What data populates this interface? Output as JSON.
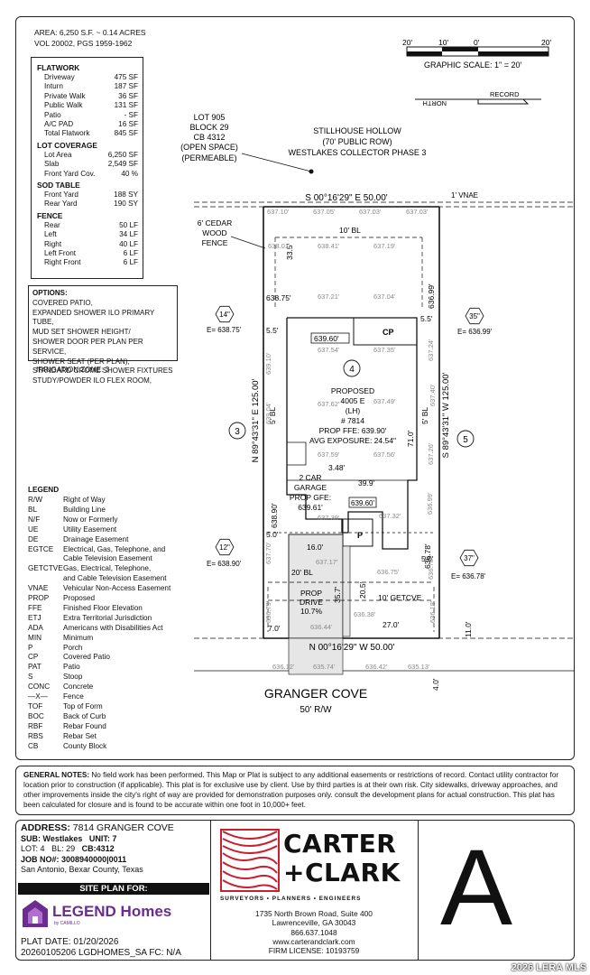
{
  "header": {
    "area": "AREA: 6,250 S.F. ~ 0.14 ACRES",
    "vol": "VOL 20002, PGS 1959-1962"
  },
  "scale": {
    "ticks": [
      "20'",
      "10'",
      "0'",
      "20'"
    ],
    "label": "GRAPHIC SCALE: 1\" = 20'"
  },
  "north": {
    "record": "RECORD",
    "north": "NORTH"
  },
  "flatwork": {
    "title": "FLATWORK",
    "rows": [
      {
        "l": "Driveway",
        "v": "475 SF"
      },
      {
        "l": "Inturn",
        "v": "187 SF"
      },
      {
        "l": "Private Walk",
        "v": "36 SF"
      },
      {
        "l": "Public Walk",
        "v": "131 SF"
      },
      {
        "l": "Patio",
        "v": "- SF"
      },
      {
        "l": "A/C PAD",
        "v": "16 SF"
      },
      {
        "l": "Total Flatwork",
        "v": "845 SF"
      }
    ],
    "coverage_title": "LOT COVERAGE",
    "coverage": [
      {
        "l": "Lot Area",
        "v": "6,250 SF"
      },
      {
        "l": "Slab",
        "v": "2,549 SF"
      },
      {
        "l": "Front Yard Cov.",
        "v": "40 %"
      }
    ],
    "sod_title": "SOD TABLE",
    "sod": [
      {
        "l": "Front Yard",
        "v": "188 SY"
      },
      {
        "l": "Rear Yard",
        "v": "190 SY"
      }
    ],
    "fence_title": "FENCE",
    "fence": [
      {
        "l": "Rear",
        "v": "50 LF"
      },
      {
        "l": "Left",
        "v": "34 LF"
      },
      {
        "l": "Right",
        "v": "40 LF"
      },
      {
        "l": "Left Front",
        "v": "6 LF"
      },
      {
        "l": "Right Front",
        "v": "6 LF"
      }
    ]
  },
  "options": {
    "title": "OPTIONS:",
    "lines": [
      "COVERED PATIO,",
      "EXPANDED SHOWER ILO PRIMARY TUBE,",
      "MUD SET SHOWER HEIGHT/",
      "SHOWER DOOR PER PLAN PER SERVICE,",
      "SHOWER SEAT (PER PLAN),",
      "STANDARD CROME SHOWER FIXTURES",
      "STUDY/POWDER ILO FLEX ROOM,"
    ],
    "irrigation": "IRRIGATION ZONE: 3"
  },
  "legend": {
    "title": "LEGEND",
    "items": [
      {
        "a": "R/W",
        "d": "Right of Way"
      },
      {
        "a": "BL",
        "d": "Building Line"
      },
      {
        "a": "N/F",
        "d": "Now or Formerly"
      },
      {
        "a": "UE",
        "d": "Utility Easement"
      },
      {
        "a": "DE",
        "d": "Drainage Easement"
      },
      {
        "a": "EGTCE",
        "d": "Electrical, Gas, Telephone, and"
      },
      {
        "a": "",
        "d": "Cable Television Easement"
      },
      {
        "a": "GETCTVE",
        "d": "Gas, Electrical, Telephone,"
      },
      {
        "a": "",
        "d": "and Cable Television Easement"
      },
      {
        "a": "VNAE",
        "d": "Vehicular Non-Access Easement"
      },
      {
        "a": "PROP",
        "d": "Proposed"
      },
      {
        "a": "FFE",
        "d": "Finished Floor Elevation"
      },
      {
        "a": "ETJ",
        "d": "Extra Territorial Jurisdiction"
      },
      {
        "a": "ADA",
        "d": "Americans with Disabilities Act"
      },
      {
        "a": "MIN",
        "d": "Minimum"
      },
      {
        "a": "P",
        "d": "Porch"
      },
      {
        "a": "CP",
        "d": "Covered Patio"
      },
      {
        "a": "PAT",
        "d": "Patio"
      },
      {
        "a": "S",
        "d": "Stoop"
      },
      {
        "a": "CONC",
        "d": "Concrete"
      },
      {
        "a": "—X—",
        "d": "Fence"
      },
      {
        "a": "TOF",
        "d": "Top of Form"
      },
      {
        "a": "BOC",
        "d": "Back of Curb"
      },
      {
        "a": "RBF",
        "d": "Rebar Found"
      },
      {
        "a": "RBS",
        "d": "Rebar Set"
      },
      {
        "a": "CB",
        "d": "County Block"
      }
    ]
  },
  "plan": {
    "lot905": [
      "LOT 905",
      "BLOCK 29",
      "CB 4312",
      "(OPEN SPACE)",
      "(PERMEABLE)"
    ],
    "street_top": [
      "STILLHOUSE HOLLOW",
      "(70' PUBLIC ROW)",
      "WESTLAKES COLLECTOR PHASE 3"
    ],
    "rear_bearing": "S 00°16'29\" E  50.00'",
    "vnae": "1' VNAE",
    "cedar": [
      "6' CEDAR",
      "WOOD",
      "FENCE"
    ],
    "bl10": "10' BL",
    "d335": "33.5'",
    "left_bearing": "N 89°43'31\" E  125.00'",
    "right_bearing": "S 89°43'31\" W  125.00'",
    "front_bearing": "N 00°16'29\" W  50.00'",
    "lot_no": "4",
    "lot_left": "3",
    "lot_right": "5",
    "cp": "CP",
    "cp_ffe": "639.60'",
    "house": [
      "PROPOSED",
      "4005 E",
      "(LH)",
      "# 7814",
      "PROP FFE: 639.90'",
      "AVG EXPOSURE: 24.54\""
    ],
    "garage": [
      "2 CAR",
      "GARAGE",
      "PROP GFE:",
      "639.61'"
    ],
    "d55a": "5.5'",
    "d55b": "5.5'",
    "bl5a": "5' BL",
    "bl5b": "5' BL",
    "d710": "71.0'",
    "d348": "3.48'",
    "d399": "39.9'",
    "porch": "P",
    "porch_ffe": "639.60'",
    "d160": "16.0'",
    "d50a": "5.0'",
    "d50b": "5.0'",
    "bl20": "20' BL",
    "drive": [
      "PROP",
      "DRIVE",
      "10.7%"
    ],
    "d357": "35.7'",
    "d205": "20.5'",
    "getctve": "10' GETCVE",
    "d270": "27.0'",
    "d70": "7.0'",
    "d110": "11.0'",
    "d40": "4.0'",
    "d6369": "636.99'",
    "d63678": "636.78'",
    "d63890": "638.90'",
    "d63875": "638.75'",
    "hex": [
      {
        "v": "14\"",
        "e": "E= 638.75'"
      },
      {
        "v": "35\"",
        "e": "E= 636.99'"
      },
      {
        "v": "12\"",
        "e": "E= 638.90'"
      },
      {
        "v": "37\"",
        "e": "E= 636.78'"
      }
    ],
    "grades": [
      "637.10'",
      "637.05'",
      "637.03'",
      "637.03'",
      "638.01'",
      "638.41'",
      "637.19'",
      "637.21'",
      "637.04'",
      "637.54'",
      "637.35'",
      "639.10'",
      "639.04'",
      "637.49'",
      "637.62'",
      "637.59'",
      "637.56'",
      "637.39'",
      "637.32'",
      "637.70'",
      "637.17'",
      "636.75'",
      "636.79'",
      "636.38'",
      "636.44'",
      "636.12'",
      "635.74'",
      "636.42'",
      "635.13'",
      "637.40'",
      "637.24'",
      "636.99'",
      "637.26'",
      "636.78'",
      "636.18'"
    ],
    "street_bottom": "GRANGER COVE",
    "row_bottom": "50' R/W"
  },
  "notes": {
    "label": "GENERAL NOTES:",
    "text": "No field work has been performed. This Map or Plat is subject to any additional easements or restrictions of record. Contact utility contractor for location prior to construction (if applicable). This plat is for exclusive use by client. Use by third parties is at their own risk. City sidewalks, driveway approaches, and other improvements inside the city's right of way are provided for demonstration purposes only. consult the development plans for actual construction. This plat has been calculated for closure and is found to be accurate within one foot in 10,000+ feet."
  },
  "titleblock": {
    "address_label": "ADDRESS:",
    "address": "7814 GRANGER COVE",
    "sub_label": "SUB:",
    "sub": "Westlakes",
    "unit_label": "UNIT:",
    "unit": "7",
    "lot_label": "LOT:",
    "lot": "4",
    "bl_label": "BL:",
    "bl": "29",
    "cb_label": "CB:",
    "cb": "4312",
    "job_label": "JOB NO#:",
    "job": "3008940000|0011",
    "city": "San Antonio, Bexar County,  Texas",
    "site_plan_for": "SITE PLAN FOR:",
    "legend_brand": "LEGEND Homes",
    "legend_sub": "by CAMILLO",
    "plat_date_label": "PLAT DATE:",
    "plat_date": "01/20/2026",
    "plat_code": "20260105206  LGDHOMES_SA  FC: N/A",
    "cc1": "CARTER",
    "cc2": "+CLARK",
    "cc_tag": "SURVEYORS • PLANNERS • ENGINEERS",
    "cc_addr1": "1735 North Brown Road, Suite 400",
    "cc_addr2": "Lawrenceville, GA 30043",
    "cc_phone": "866.637.1048",
    "cc_web": "www.carterandclark.com",
    "cc_license": "FIRM LICENSE: 10193759",
    "sheet": "A"
  },
  "watermark": "2026 LERA MLS",
  "colors": {
    "brand_purple": "#6b2c8f",
    "cc_red": "#c8202f",
    "ink": "#111111"
  }
}
